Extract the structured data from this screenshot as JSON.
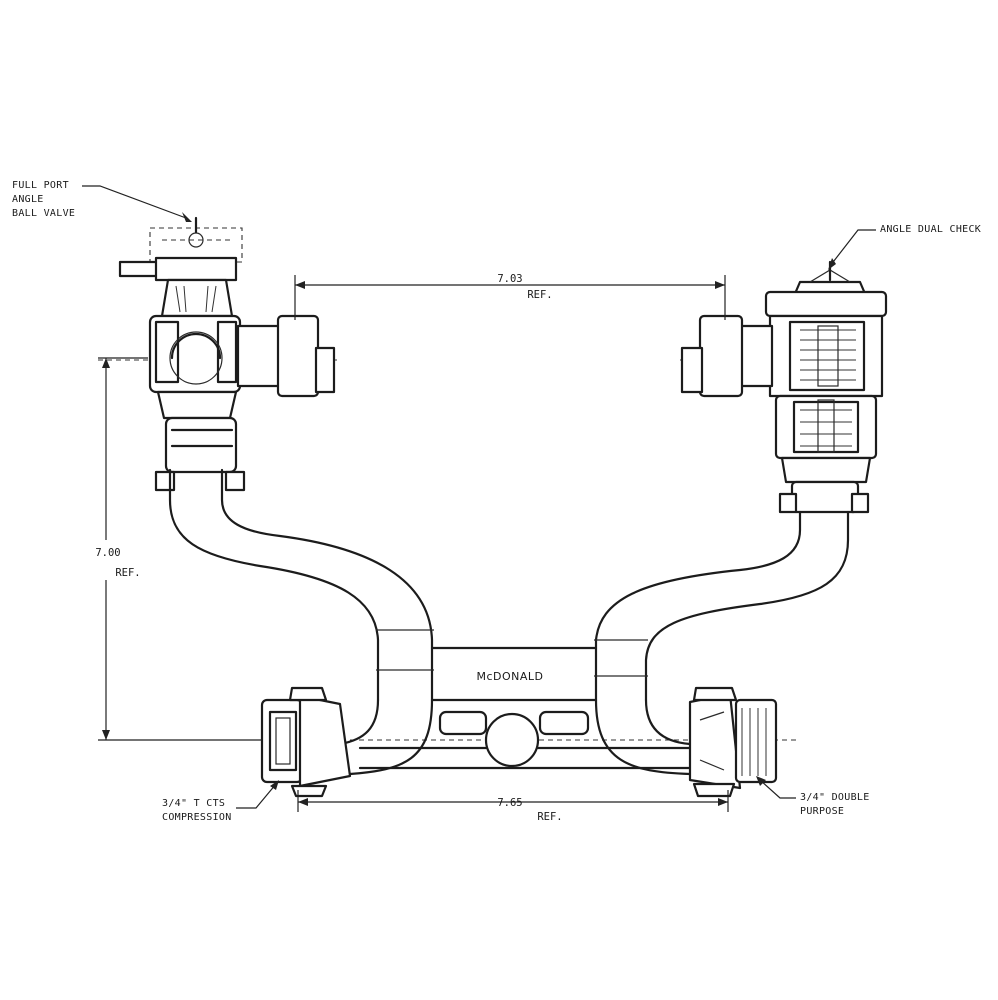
{
  "labels": {
    "ball_valve": [
      "FULL PORT",
      "ANGLE",
      "BALL VALVE"
    ],
    "dual_check": "ANGLE DUAL CHECK",
    "inlet": [
      "3/4\" T CTS",
      "COMPRESSION"
    ],
    "outlet": [
      "3/4\" DOUBLE",
      "PURPOSE"
    ]
  },
  "dimensions": {
    "top_width_value": "7.03",
    "top_width_ref": "REF.",
    "height_value": "7.00",
    "height_ref": "REF.",
    "bottom_width_value": "7.65",
    "bottom_width_ref": "REF."
  },
  "brand": "McDONALD",
  "colors": {
    "line": "#1c1c1c",
    "background": "#ffffff"
  }
}
